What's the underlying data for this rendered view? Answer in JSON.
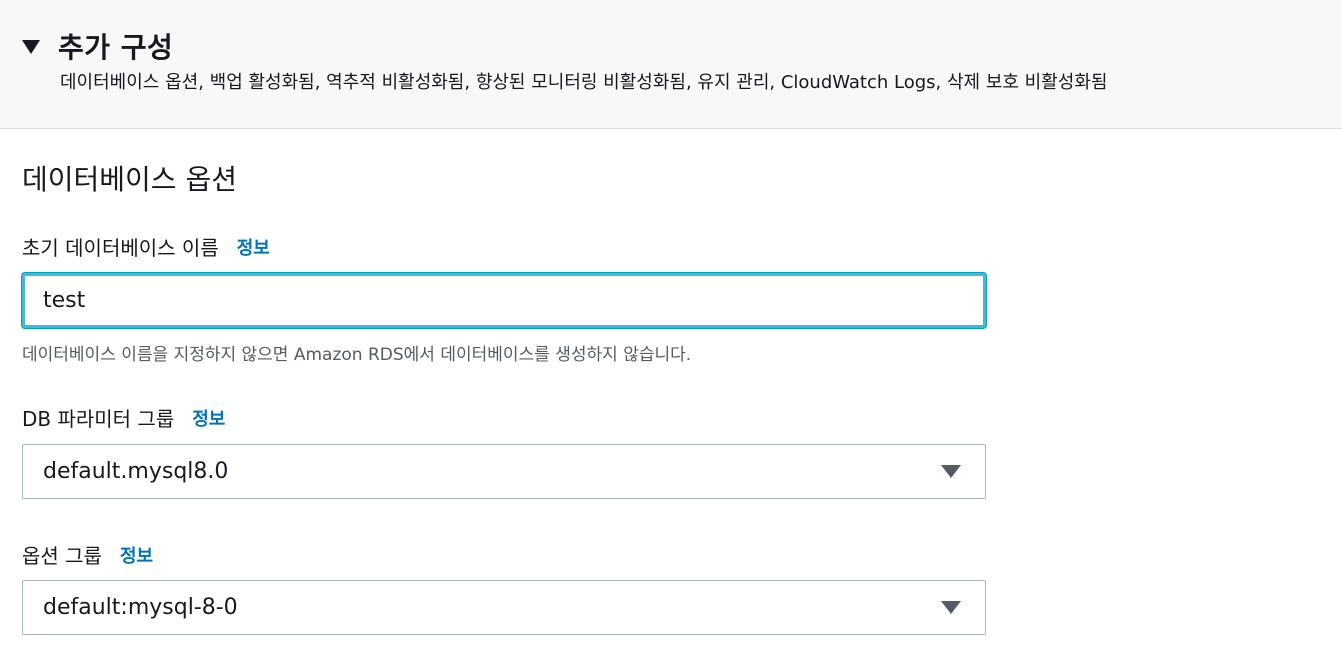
{
  "panel": {
    "title": "추가 구성",
    "description": "데이터베이스 옵션, 백업 활성화됨, 역추적 비활성화됨, 향상된 모니터링 비활성화됨, 유지 관리, CloudWatch Logs, 삭제 보호 비활성화됨"
  },
  "section": {
    "title": "데이터베이스 옵션"
  },
  "fields": {
    "initial_db_name": {
      "label": "초기 데이터베이스 이름",
      "info": "정보",
      "value": "test",
      "hint": "데이터베이스 이름을 지정하지 않으면 Amazon RDS에서 데이터베이스를 생성하지 않습니다."
    },
    "db_parameter_group": {
      "label": "DB 파라미터 그룹",
      "info": "정보",
      "value": "default.mysql8.0"
    },
    "option_group": {
      "label": "옵션 그룹",
      "info": "정보",
      "value": "default:mysql-8-0"
    }
  },
  "colors": {
    "link": "#0073bb",
    "focus_border": "#44b9d6",
    "header_bg": "#f8f8f8"
  },
  "icons": {
    "expand": "caret-down-icon",
    "select": "dropdown-triangle-icon"
  }
}
